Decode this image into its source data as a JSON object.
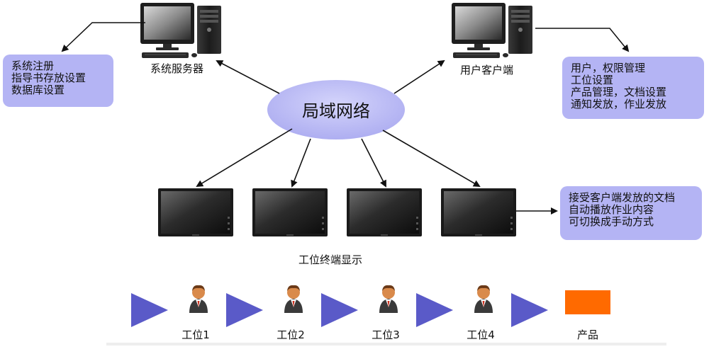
{
  "network": {
    "label": "局域网络"
  },
  "server": {
    "label": "系统服务器",
    "notes": [
      "系统注册",
      "指导书存放设置",
      "数据库设置"
    ]
  },
  "client": {
    "label": "用户客户端",
    "notes": [
      "用户，权限管理",
      "工位设置",
      "产品管理，文档设置",
      "通知发放，作业发放"
    ]
  },
  "terminals": {
    "label": "工位终端显示",
    "notes": [
      "接受客户端发放的文档",
      "自动播放作业内容",
      "可切换成手动方式"
    ]
  },
  "flow": {
    "stations": [
      "工位1",
      "工位2",
      "工位3",
      "工位4"
    ],
    "product": "产品"
  },
  "colors": {
    "ellipse": "#b4b4f4",
    "notes": "#b4b4f4",
    "flow_arrow": "#5a5ac8",
    "product": "#ff6a00",
    "person_head": "#d98a4b",
    "person_body": "#3a3a3a"
  }
}
